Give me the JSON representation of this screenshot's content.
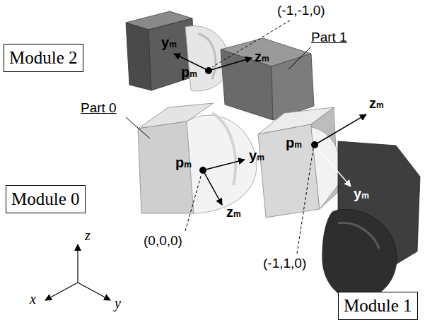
{
  "diagram": {
    "nodes": [
      {
        "text": [
          "Module 2"
        ]
      },
      {
        "text": [
          "Module 0"
        ]
      },
      {
        "text": [
          "Module 1"
        ]
      }
    ],
    "labels": [
      "(-1,-1,0)",
      "ym",
      "zm",
      "pm",
      "Part 1",
      "Part 0",
      "pm",
      "ym",
      "zm",
      "pm",
      "zm",
      "ym",
      "(0,0,0)",
      "(-1,1,0)",
      "z",
      "x",
      "y"
    ]
  }
}
